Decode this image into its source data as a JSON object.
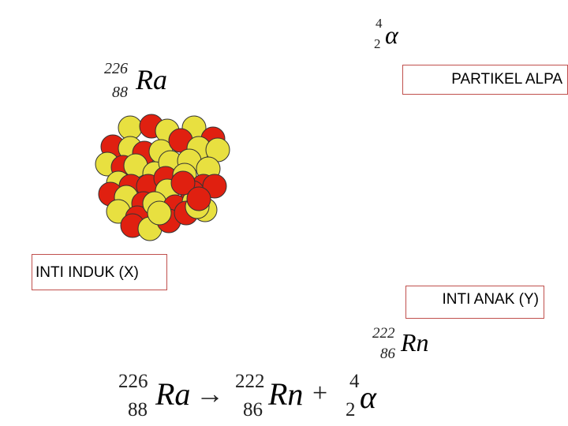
{
  "alpha_top": {
    "mass": "4",
    "atomic": "2",
    "symbol": "α"
  },
  "ra_label": {
    "mass": "226",
    "atomic": "88",
    "symbol": "Ra"
  },
  "rn_label": {
    "mass": "222",
    "atomic": "86",
    "symbol": "Rn"
  },
  "labels": {
    "alpha_particle": "PARTIKEL ALPA",
    "parent_nucleus": "INTI INDUK (X)",
    "daughter_nucleus": "INTI ANAK (Y)"
  },
  "equation": {
    "ra_mass": "226",
    "ra_atomic": "88",
    "ra_symbol": "Ra",
    "arrow": "→",
    "rn_mass": "222",
    "rn_atomic": "86",
    "rn_symbol": "Rn",
    "plus": "+",
    "alpha_mass": "4",
    "alpha_atomic": "2",
    "alpha_symbol": "α"
  },
  "colors": {
    "proton": "#e02010",
    "neutron": "#e8e040",
    "box_border": "#c0504d"
  }
}
